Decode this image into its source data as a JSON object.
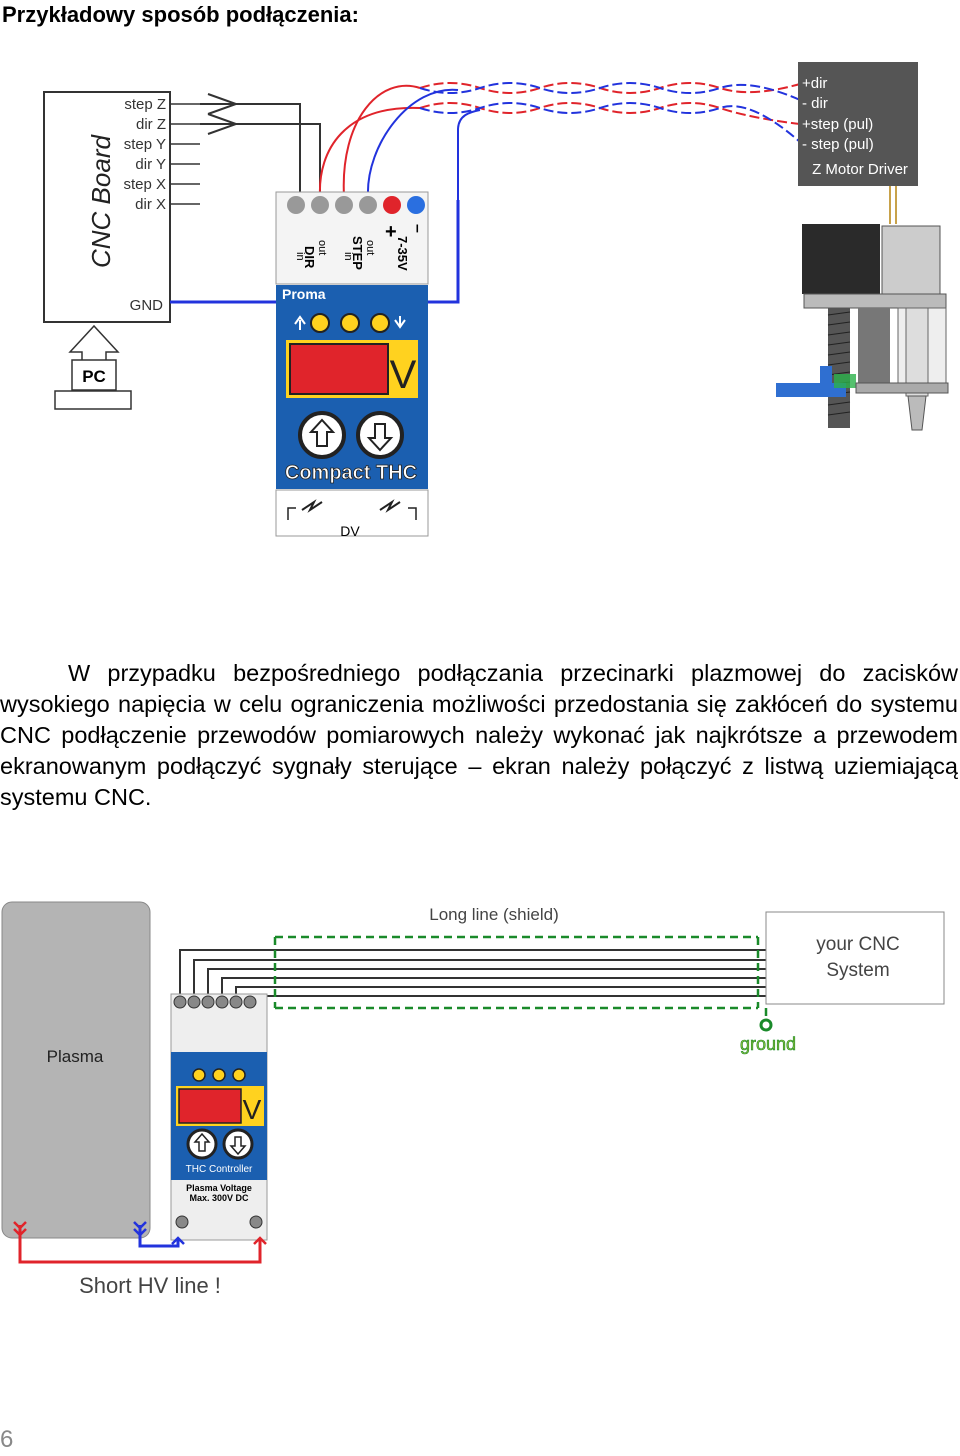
{
  "heading": "Przykładowy sposób podłączenia:",
  "paragraph": "W przypadku bezpośredniego podłączania przecinarki plazmowej do zacisków wysokiego napięcia w celu ograniczenia możliwości przedostania się zakłóceń do systemu CNC podłączenie przewodów pomiarowych należy wykonać jak najkrótsze a  przewodem ekranowanym podłączyć sygnały sterujące – ekran należy połączyć z listwą uziemiającą systemu CNC.",
  "page_number": "6",
  "diagram1": {
    "cnc_board_title": "CNC Board",
    "cnc_pins": [
      "step Z",
      "dir Z",
      "step Y",
      "dir Y",
      "step X",
      "dir X"
    ],
    "gnd_label": "GND",
    "pc_label": "PC",
    "thc_terminals": {
      "dir_in": "in",
      "dir_out": "out",
      "dir_label": "DIR",
      "step_in": "in",
      "step_out": "out",
      "step_label": "STEP",
      "plus": "+",
      "minus": "–",
      "voltage": "7-35V"
    },
    "thc_brand": "Proma",
    "thc_display_unit": "V",
    "thc_name": "Compact THC",
    "thc_bottom_label": "DV",
    "driver_lines": [
      "+dir",
      "- dir",
      "+step (pul)",
      "- step (pul)"
    ],
    "driver_title": "Z Motor Driver"
  },
  "diagram2": {
    "plasma_label": "Plasma",
    "long_line_label": "Long line (shield)",
    "cnc_system_line1": "your CNC",
    "cnc_system_line2": "System",
    "ground_label": "ground",
    "thc_controller_label": "THC Controller",
    "plasma_voltage_line1": "Plasma Voltage",
    "plasma_voltage_line2": "Max. 300V DC",
    "display_unit": "V",
    "short_hv_label": "Short HV line !"
  },
  "colors": {
    "red_wire": "#e0242b",
    "blue_wire": "#2233dd",
    "thc_blue": "#1b5fb0",
    "green_shield": "#1a8a2a",
    "driver_bg": "#555555"
  }
}
